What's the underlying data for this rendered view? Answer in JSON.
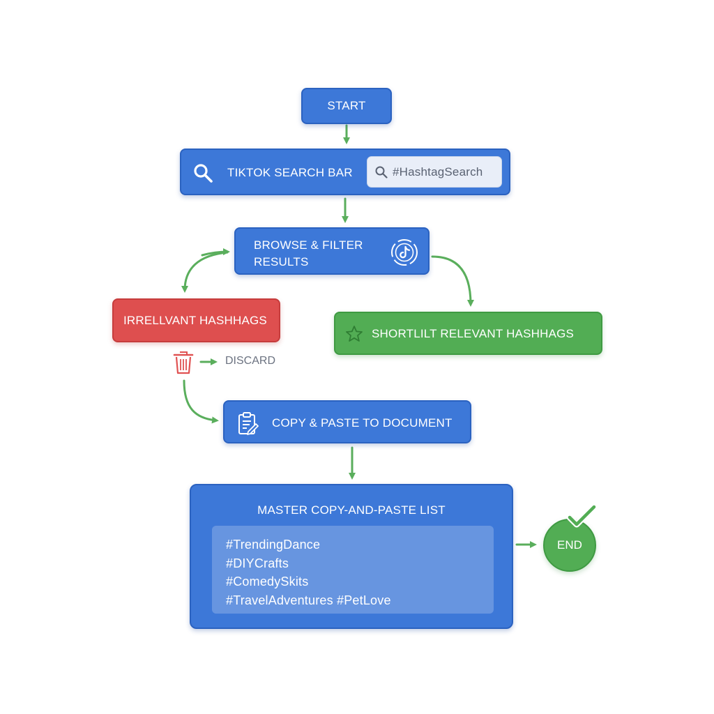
{
  "flow": {
    "start_label": "START",
    "search_label": "TIKTOK SEARCH BAR",
    "search_placeholder": "#HashtagSearch",
    "browse_label": "BROWSE & FILTER RESULTS",
    "irrelevant_label": "IRRELLVANT HASHHAGS",
    "shortlist_label": "SHORTLILT RELEVANT HASHHAGS",
    "discard_label": "DISCARD",
    "copy_label": "COPY & PASTE TO DOCUMENT",
    "master_title": "MASTER COPY-AND-PASTE LIST",
    "master_list": [
      "#TrendingDance",
      "#DIYCrafts",
      "#ComedySkits",
      "#TravelAdventures #PetLove"
    ],
    "end_label": "END"
  },
  "icons": {
    "search": "search-icon",
    "field_search": "magnifier-icon",
    "browse": "tiktok-icon",
    "shortlist": "star-icon",
    "discard": "trash-icon",
    "copy": "clipboard-icon",
    "end": "checkmark-icon"
  },
  "colors": {
    "blue": "#3d78d8",
    "red": "#de4f4f",
    "green": "#52ad54",
    "arrow": "#5aae5c"
  }
}
